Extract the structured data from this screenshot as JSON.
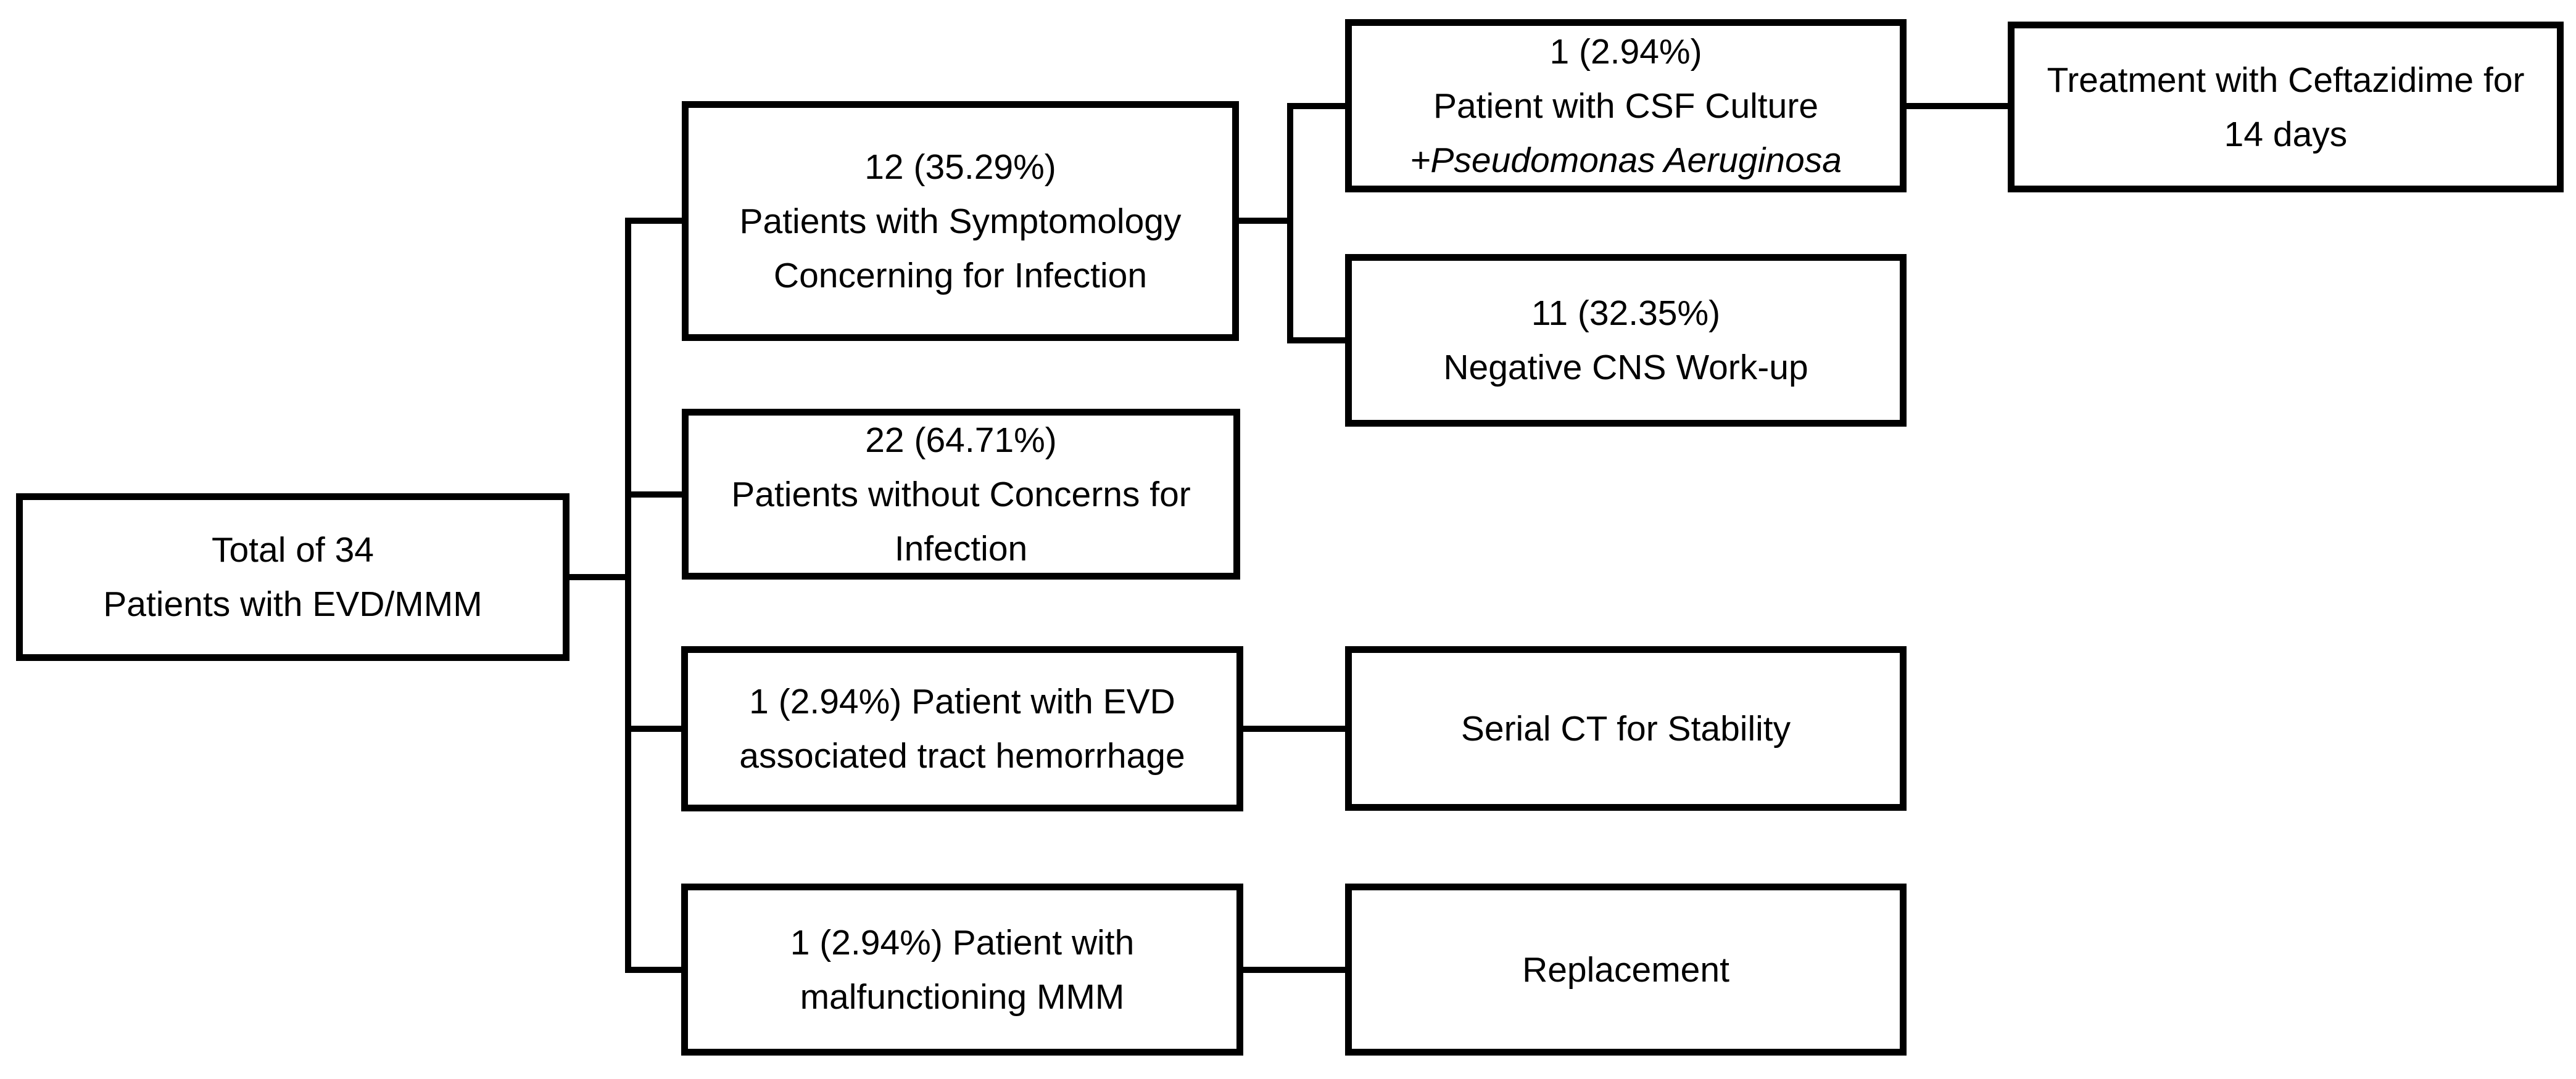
{
  "diagram": {
    "background": "#ffffff",
    "line_color": "#000000",
    "nodes": {
      "total": {
        "lines": [
          "Total of 34",
          "Patients with EVD/MMM"
        ]
      },
      "symptomology": {
        "lines": [
          "12 (35.29%)",
          "Patients with Symptomology",
          "Concerning for Infection"
        ]
      },
      "no_concerns": {
        "lines": [
          "22 (64.71%)",
          "Patients without Concerns for",
          "Infection"
        ]
      },
      "hemorrhage": {
        "lines": [
          "1 (2.94%) Patient with EVD",
          "associated tract hemorrhage"
        ]
      },
      "malfunction": {
        "lines": [
          "1 (2.94%) Patient with",
          "malfunctioning MMM"
        ]
      },
      "csf_culture": {
        "lines": [
          "1 (2.94%)",
          "Patient with CSF Culture",
          "+Pseudomonas Aeruginosa"
        ]
      },
      "negative_cns": {
        "lines": [
          "11 (32.35%)",
          "Negative CNS Work-up"
        ]
      },
      "serial_ct": {
        "lines": [
          "Serial CT for Stability"
        ]
      },
      "replacement": {
        "lines": [
          "Replacement"
        ]
      },
      "treatment": {
        "lines": [
          "Treatment with Ceftazidime for",
          "14 days"
        ]
      }
    }
  }
}
